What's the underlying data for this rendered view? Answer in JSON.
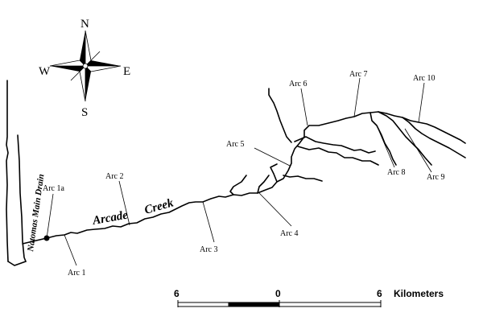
{
  "compass": {
    "north": "N",
    "south": "S",
    "east": "E",
    "west": "W"
  },
  "waterways": {
    "main_drain": "Natomas Main Drain",
    "creek_word1": "Arcade",
    "creek_word2": "Creek"
  },
  "arcs": [
    {
      "id": "arc1a",
      "label": "Arc 1a"
    },
    {
      "id": "arc1",
      "label": "Arc 1"
    },
    {
      "id": "arc2",
      "label": "Arc 2"
    },
    {
      "id": "arc3",
      "label": "Arc 3"
    },
    {
      "id": "arc4",
      "label": "Arc 4"
    },
    {
      "id": "arc5",
      "label": "Arc 5"
    },
    {
      "id": "arc6",
      "label": "Arc 6"
    },
    {
      "id": "arc7",
      "label": "Arc 7"
    },
    {
      "id": "arc8",
      "label": "Arc 8"
    },
    {
      "id": "arc9",
      "label": "Arc 9"
    },
    {
      "id": "arc10",
      "label": "Arc 10"
    }
  ],
  "scale_bar": {
    "left_value": "6",
    "mid_value": "0",
    "right_value": "6",
    "unit": "Kilometers"
  }
}
